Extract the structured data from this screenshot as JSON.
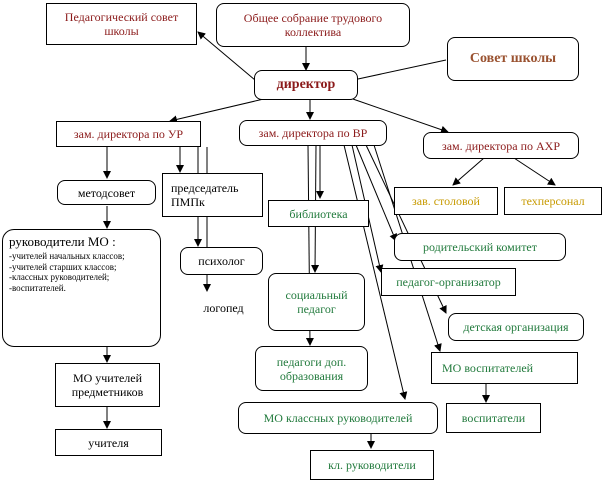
{
  "nodes": {
    "ped_sovet": "Педагогический совет школы",
    "obshee_sobranie": "Общее собрание трудового коллектива",
    "sovet_shkoly": "Совет школы",
    "direktor": "директор",
    "zam_ur": "зам. директора по УР",
    "zam_vr": "зам. директора по ВР",
    "zam_ahr": "зам. директора по АХР",
    "metodsovet": "методсовет",
    "predsedatel_pmpk": "председатель ПМПк",
    "zav_stolovoy": "зав. столовой",
    "tehpersonal": "техперсонал",
    "biblioteka": "библиотека",
    "roditelskiy_komitet": "родительский комитет",
    "psiholog": "психолог",
    "logoped": "логопед",
    "socialnyi_pedagog": "социальный педагог",
    "pedagog_organizator": "педагог-организатор",
    "detskaya_organizaciya": "детская организация",
    "pedagogi_dop": "педагоги доп. образования",
    "mo_vospitateley": "МО воспитателей",
    "mo_uchiteley": "МО учителей предметников",
    "mo_klassnyh": "МО классных руководителей",
    "vospitateli": "воспитатели",
    "uchitelya": "учителя",
    "kl_rukovoditeli": "кл. руководители"
  },
  "mo_block": {
    "title": "руководители МО :",
    "items": [
      "-учителей начальных классов;",
      "-учителей старших классов;",
      "-классных руководителей;",
      "-воспитателей."
    ]
  },
  "colors": {
    "dark_red": "#8b1a1a",
    "green": "#217a3c",
    "gold": "#c79a00",
    "brown": "#9a5230"
  }
}
